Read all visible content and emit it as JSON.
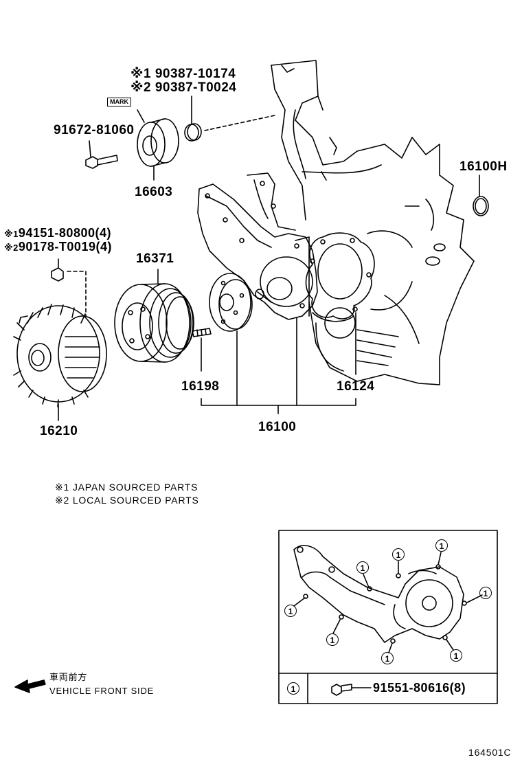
{
  "parts": {
    "bolt_alt": {
      "mark": "※1",
      "number": "90387-10174"
    },
    "bolt_alt2": {
      "mark": "※2",
      "number": "90387-T0024"
    },
    "mark_tag": "MARK",
    "bolt_idler": "91672-81060",
    "idler_pulley": "16603",
    "oring": "16100H",
    "nut1": {
      "mark": "※1",
      "number": "94151-80800(4)"
    },
    "nut2": {
      "mark": "※2",
      "number": "90178-T0019(4)"
    },
    "pulley": "16371",
    "stud": "16198",
    "gasket": "16124",
    "fan_clutch": "16210",
    "water_pump_assy": "16100"
  },
  "notes": [
    {
      "mark": "※1",
      "text": "JAPAN SOURCED PARTS"
    },
    {
      "mark": "※2",
      "text": "LOCAL SOURCED PARTS"
    }
  ],
  "legend": {
    "symbol": "1",
    "part": "91551-80616(8)"
  },
  "direction": {
    "jp": "車両前方",
    "en": "VEHICLE FRONT SIDE"
  },
  "figure_code": "164501C"
}
